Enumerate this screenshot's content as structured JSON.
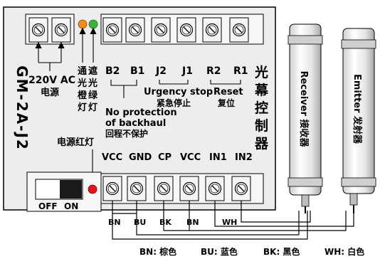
{
  "board": {
    "model": "GM-2A-J2",
    "title_cn": [
      "光",
      "幕",
      "控",
      "制",
      "器"
    ]
  },
  "top_labels": {
    "power_en": "220V AC",
    "power_cn": "电源",
    "lamp_orange_col": [
      "通",
      "光",
      "橙",
      "灯"
    ],
    "lamp_green_col": [
      "遮",
      "光",
      "绿",
      "灯"
    ],
    "b2": "B2",
    "b1": "B1",
    "j2": "J2",
    "j1": "J1",
    "r2": "R2",
    "r1": "R1",
    "urgency_en": "Urgency stop",
    "urgency_cn": "紧急停止",
    "reset_en": "Reset",
    "reset_cn": "复位",
    "no_protection_1": "No protection",
    "no_protection_2": "of backhaul",
    "no_protection_cn": "回程不保护"
  },
  "power_lamp_label": "电源红灯",
  "bottom_labels": {
    "vcc1": "VCC",
    "gnd": "GND",
    "cp": "CP",
    "vcc2": "VCC",
    "in1": "IN1",
    "in2": "IN2"
  },
  "switch": {
    "off": "OFF",
    "on": "ON"
  },
  "wire_tags": {
    "bn1": "BN",
    "bu": "BU",
    "bk": "BK",
    "bn2": "BN",
    "wh": "WH"
  },
  "sensors": {
    "receiver": "Receiver 接收器",
    "emitter": "Emitter 发射器"
  },
  "legend": {
    "bn": "BN: 棕色",
    "bu": "BU: 蓝色",
    "bk": "BK: 黑色",
    "wh": "WH: 白色"
  },
  "colors": {
    "board": "#ededed",
    "terminal": "#f3f3f3",
    "orange_led": "#f08a1c",
    "green_led": "#3bb33b",
    "red_led": "#e0141e",
    "switch_black": "#1a1a1a"
  }
}
